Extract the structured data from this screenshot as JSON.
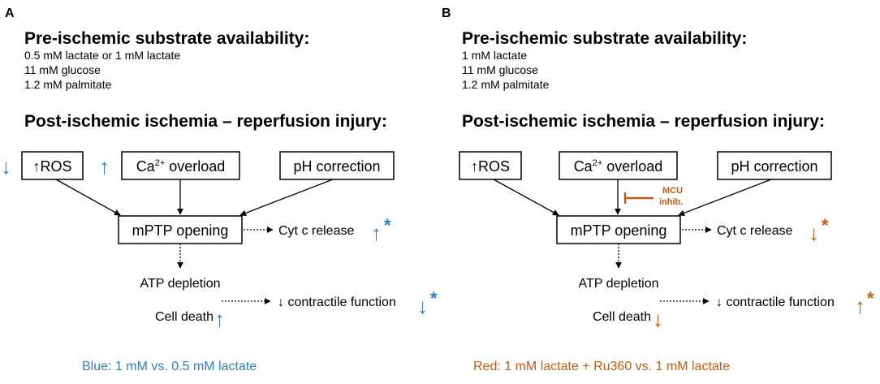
{
  "panels": [
    {
      "letter": "A",
      "header": "Pre-ischemic substrate availability:",
      "substrates": [
        "0.5 mM lactate or 1 mM lactate",
        "11 mM glucose",
        "1.2 mM palmitate"
      ],
      "injury_title": "Post-ischemic ischemia – reperfusion injury:",
      "boxes": {
        "ros": "↑ROS",
        "ca_base": "Ca",
        "ca_sup": "2+",
        "ca_rest": " overload",
        "ph": "pH correction",
        "mptp": "mPTP opening"
      },
      "cytc": "Cyt c release",
      "atp": "ATP depletion",
      "contractile": "↓ contractile function",
      "celldeath": "Cell death",
      "ros_indicator": "↓",
      "ca_indicator": "↑",
      "cytc_indicator": "↑",
      "contractile_indicator": "↓",
      "celldeath_indicator": "↑",
      "star": "*",
      "inhibitor": null,
      "legend": "Blue: 1 mM vs. 0.5 mM lactate",
      "color": "#2f7ec1"
    },
    {
      "letter": "B",
      "header": "Pre-ischemic substrate availability:",
      "substrates": [
        "1 mM lactate",
        "11 mM glucose",
        "1.2 mM palmitate"
      ],
      "injury_title": "Post-ischemic ischemia – reperfusion injury:",
      "boxes": {
        "ros": "↑ROS",
        "ca_base": "Ca",
        "ca_sup": "2+",
        "ca_rest": " overload",
        "ph": "pH correction",
        "mptp": "mPTP opening"
      },
      "cytc": "Cyt c release",
      "atp": "ATP depletion",
      "contractile": "↓ contractile function",
      "celldeath": "Cell death",
      "ros_indicator": null,
      "ca_indicator": null,
      "cytc_indicator": "↓",
      "contractile_indicator": "↑",
      "celldeath_indicator": "↓",
      "star": "*",
      "inhibitor": {
        "line1": "MCU",
        "line2": "inhib."
      },
      "legend": "Red: 1 mM lactate + Ru360 vs. 1 mM lactate",
      "color": "#c55a11"
    }
  ]
}
